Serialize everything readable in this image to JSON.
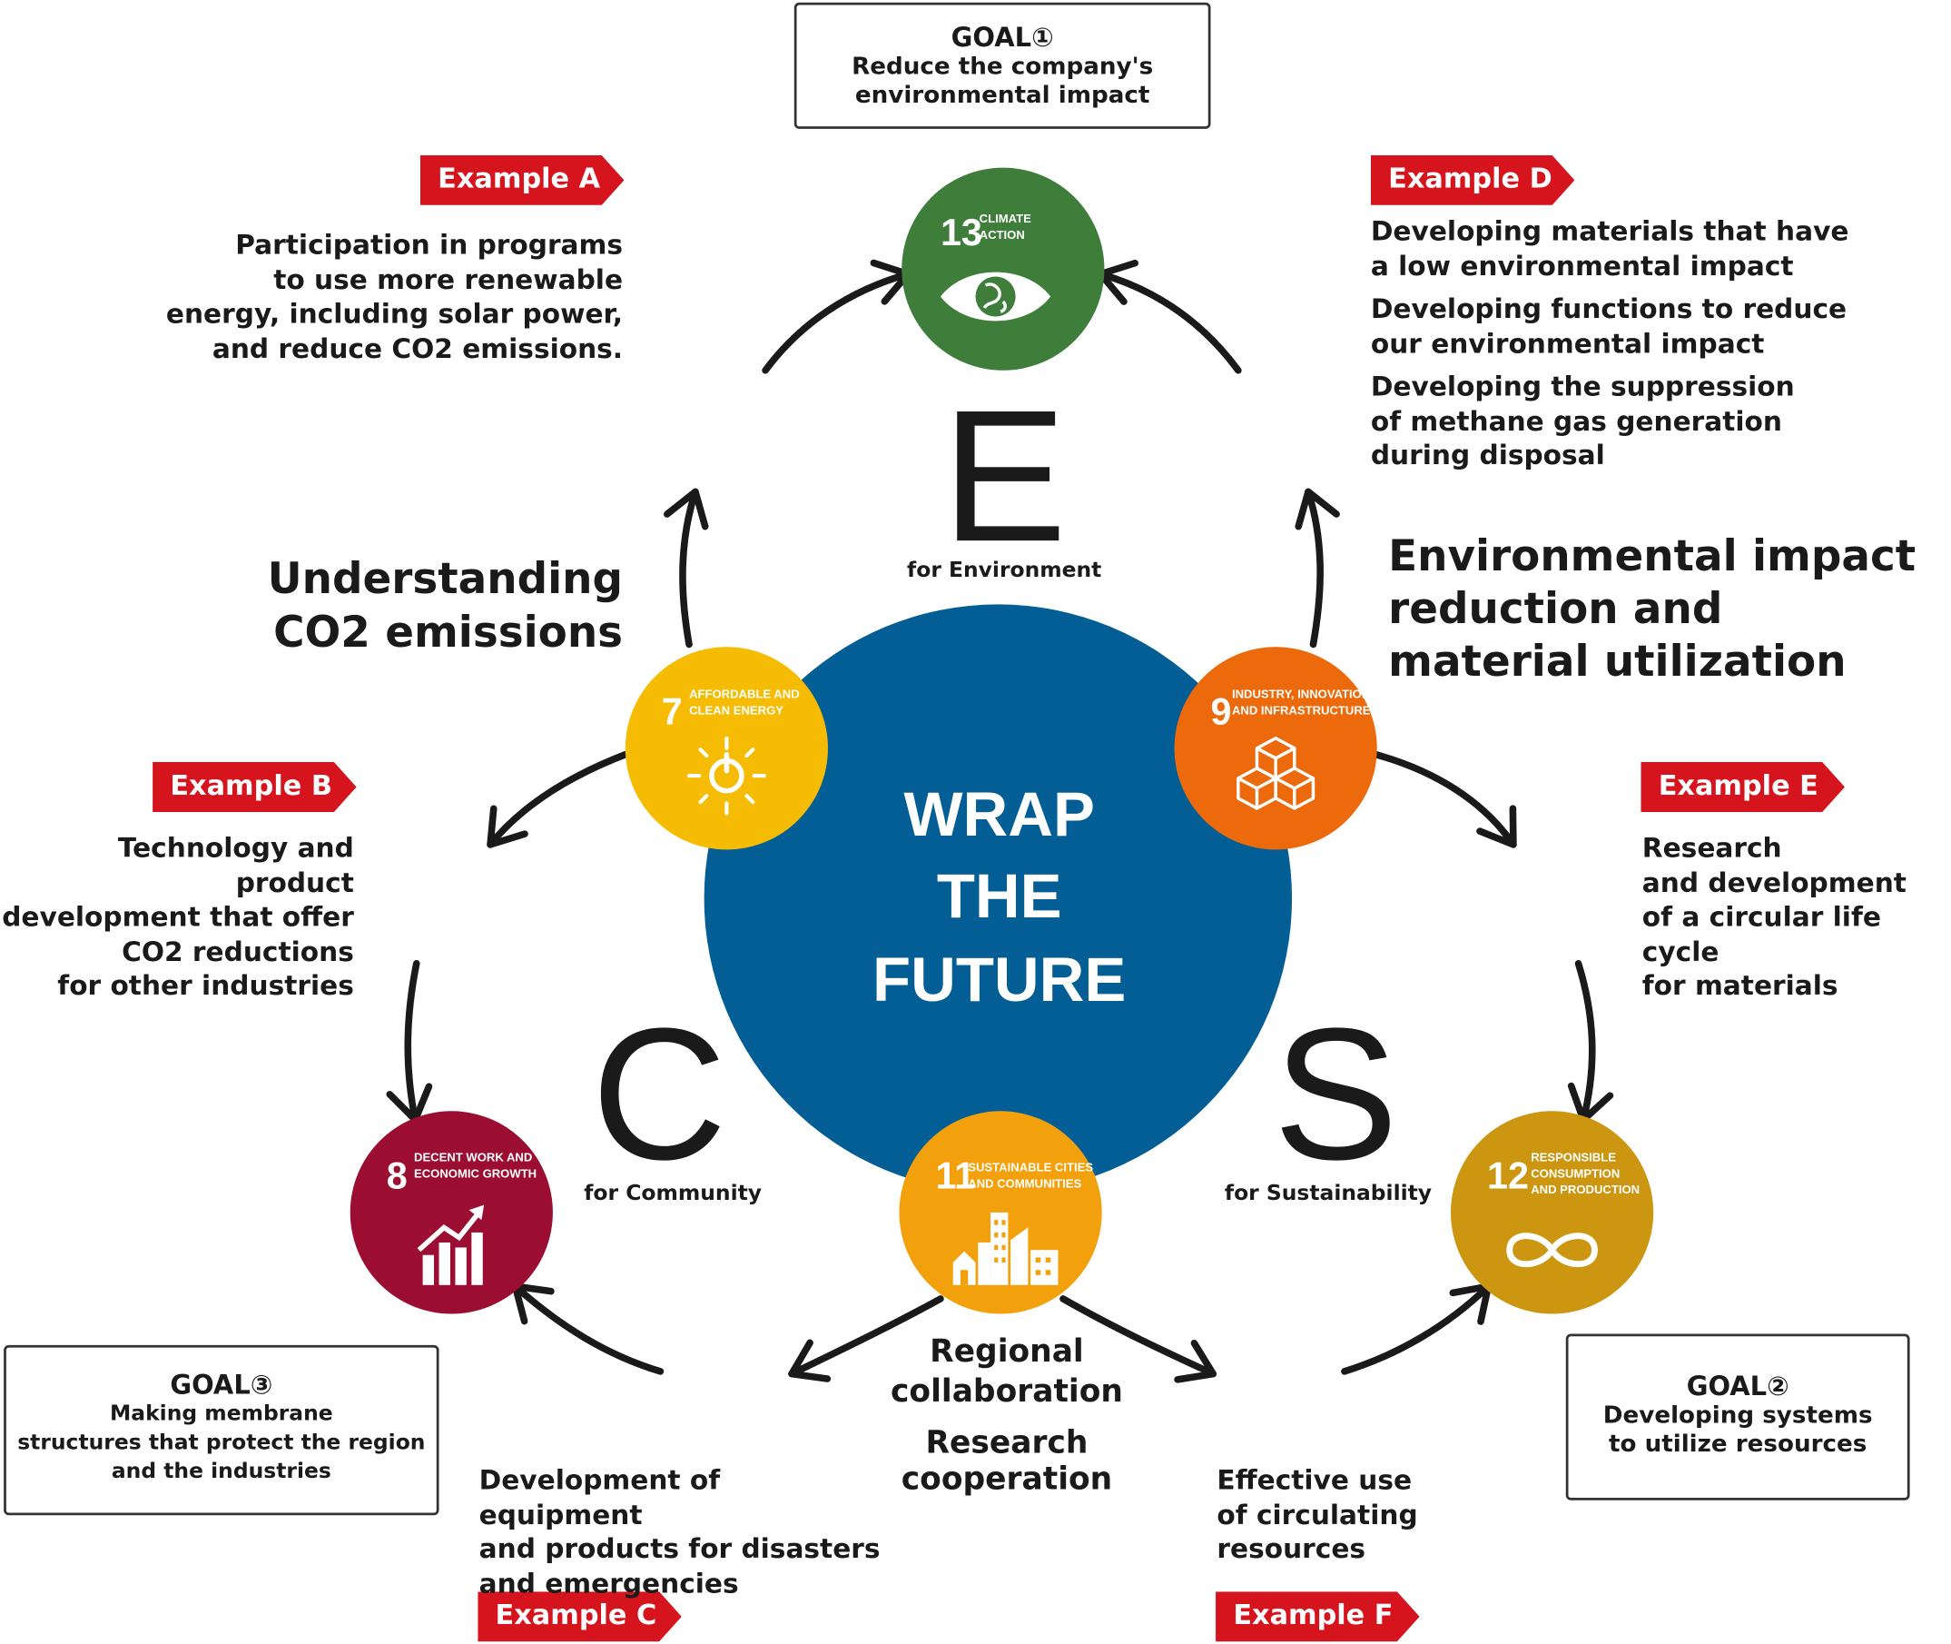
{
  "goals": {
    "goal1": {
      "title": "GOAL①",
      "body": "Reduce the company's\nenvironmental impact"
    },
    "goal2": {
      "title": "GOAL②",
      "body": "Developing systems\nto utilize resources"
    },
    "goal3": {
      "title": "GOAL③",
      "body": "Making membrane\nstructures that protect the region\nand the industries"
    }
  },
  "examples": {
    "a": {
      "label": "Example A",
      "text": "Participation in programs\nto use more renewable\nenergy, including solar power,\nand reduce CO2 emissions."
    },
    "b": {
      "label": "Example B",
      "text": "Technology and product\ndevelopment that offer\nCO2 reductions\nfor other industries"
    },
    "c": {
      "label": "Example C",
      "text": "Development of equipment\nand products for disasters\nand emergencies"
    },
    "d": {
      "label": "Example D",
      "lines": [
        "Developing materials that have\na low environmental impact",
        "Developing functions to reduce\nour environmental impact",
        "Developing the suppression\nof methane gas generation\nduring disposal"
      ]
    },
    "e": {
      "label": "Example E",
      "text": "Research\nand development\nof a circular life cycle\nfor materials"
    },
    "f": {
      "label": "Example F",
      "text": "Effective use\nof circulating\nresources"
    }
  },
  "headings": {
    "left": "Understanding\nCO2 emissions",
    "right": "Environmental impact\nreduction and\nmaterial utilization",
    "bottom1": "Regional\ncollaboration",
    "bottom2": "Research\ncooperation"
  },
  "letters": {
    "e": {
      "letter": "E",
      "caption": "for Environment"
    },
    "c": {
      "letter": "C",
      "caption": "for Community"
    },
    "s": {
      "letter": "S",
      "caption": "for Sustainability"
    }
  },
  "center": {
    "lines": [
      "WRAP",
      "THE",
      "FUTURE"
    ],
    "color": "#035e95"
  },
  "sdgs": [
    {
      "number": "13",
      "label": [
        "CLIMATE",
        "ACTION"
      ],
      "color": "#3f7e3a",
      "icon": "eye-globe-icon"
    },
    {
      "number": "7",
      "label": [
        "AFFORDABLE AND",
        "CLEAN ENERGY"
      ],
      "color": "#f6bc04",
      "icon": "power-sun-icon"
    },
    {
      "number": "9",
      "label": [
        "INDUSTRY, INNOVATION",
        "AND INFRASTRUCTURE"
      ],
      "color": "#ec6a0c",
      "icon": "cubes-icon"
    },
    {
      "number": "8",
      "label": [
        "DECENT WORK AND",
        "ECONOMIC GROWTH"
      ],
      "color": "#9c0d32",
      "icon": "growth-chart-icon"
    },
    {
      "number": "11",
      "label": [
        "SUSTAINABLE CITIES",
        "AND COMMUNITIES"
      ],
      "color": "#f3a00d",
      "icon": "city-icon"
    },
    {
      "number": "12",
      "label": [
        "RESPONSIBLE",
        "CONSUMPTION",
        "AND PRODUCTION"
      ],
      "color": "#cd9611",
      "icon": "infinity-icon"
    }
  ],
  "colors": {
    "accent": "#d6141e",
    "ink": "#1a1a1a"
  }
}
